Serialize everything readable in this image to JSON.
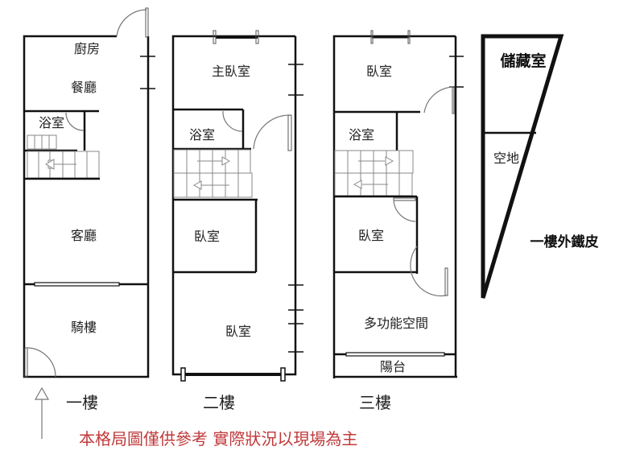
{
  "floor1": {
    "title": "一樓",
    "rooms": [
      "廚房",
      "餐廳",
      "浴室",
      "客廳",
      "騎樓"
    ]
  },
  "floor2": {
    "title": "二樓",
    "rooms": [
      "主臥室",
      "浴室",
      "臥室",
      "臥室"
    ]
  },
  "floor3": {
    "title": "三樓",
    "rooms": [
      "臥室",
      "浴室",
      "臥室",
      "多功能空間",
      "陽台"
    ]
  },
  "annex": {
    "rooms": [
      "儲藏室",
      "空地"
    ],
    "caption": "一樓外鐵皮"
  },
  "disclaimer": "本格局圖僅供參考 實際狀況以現場為主",
  "colors": {
    "disclaimer": "#c0393b",
    "walls": "#111111"
  }
}
